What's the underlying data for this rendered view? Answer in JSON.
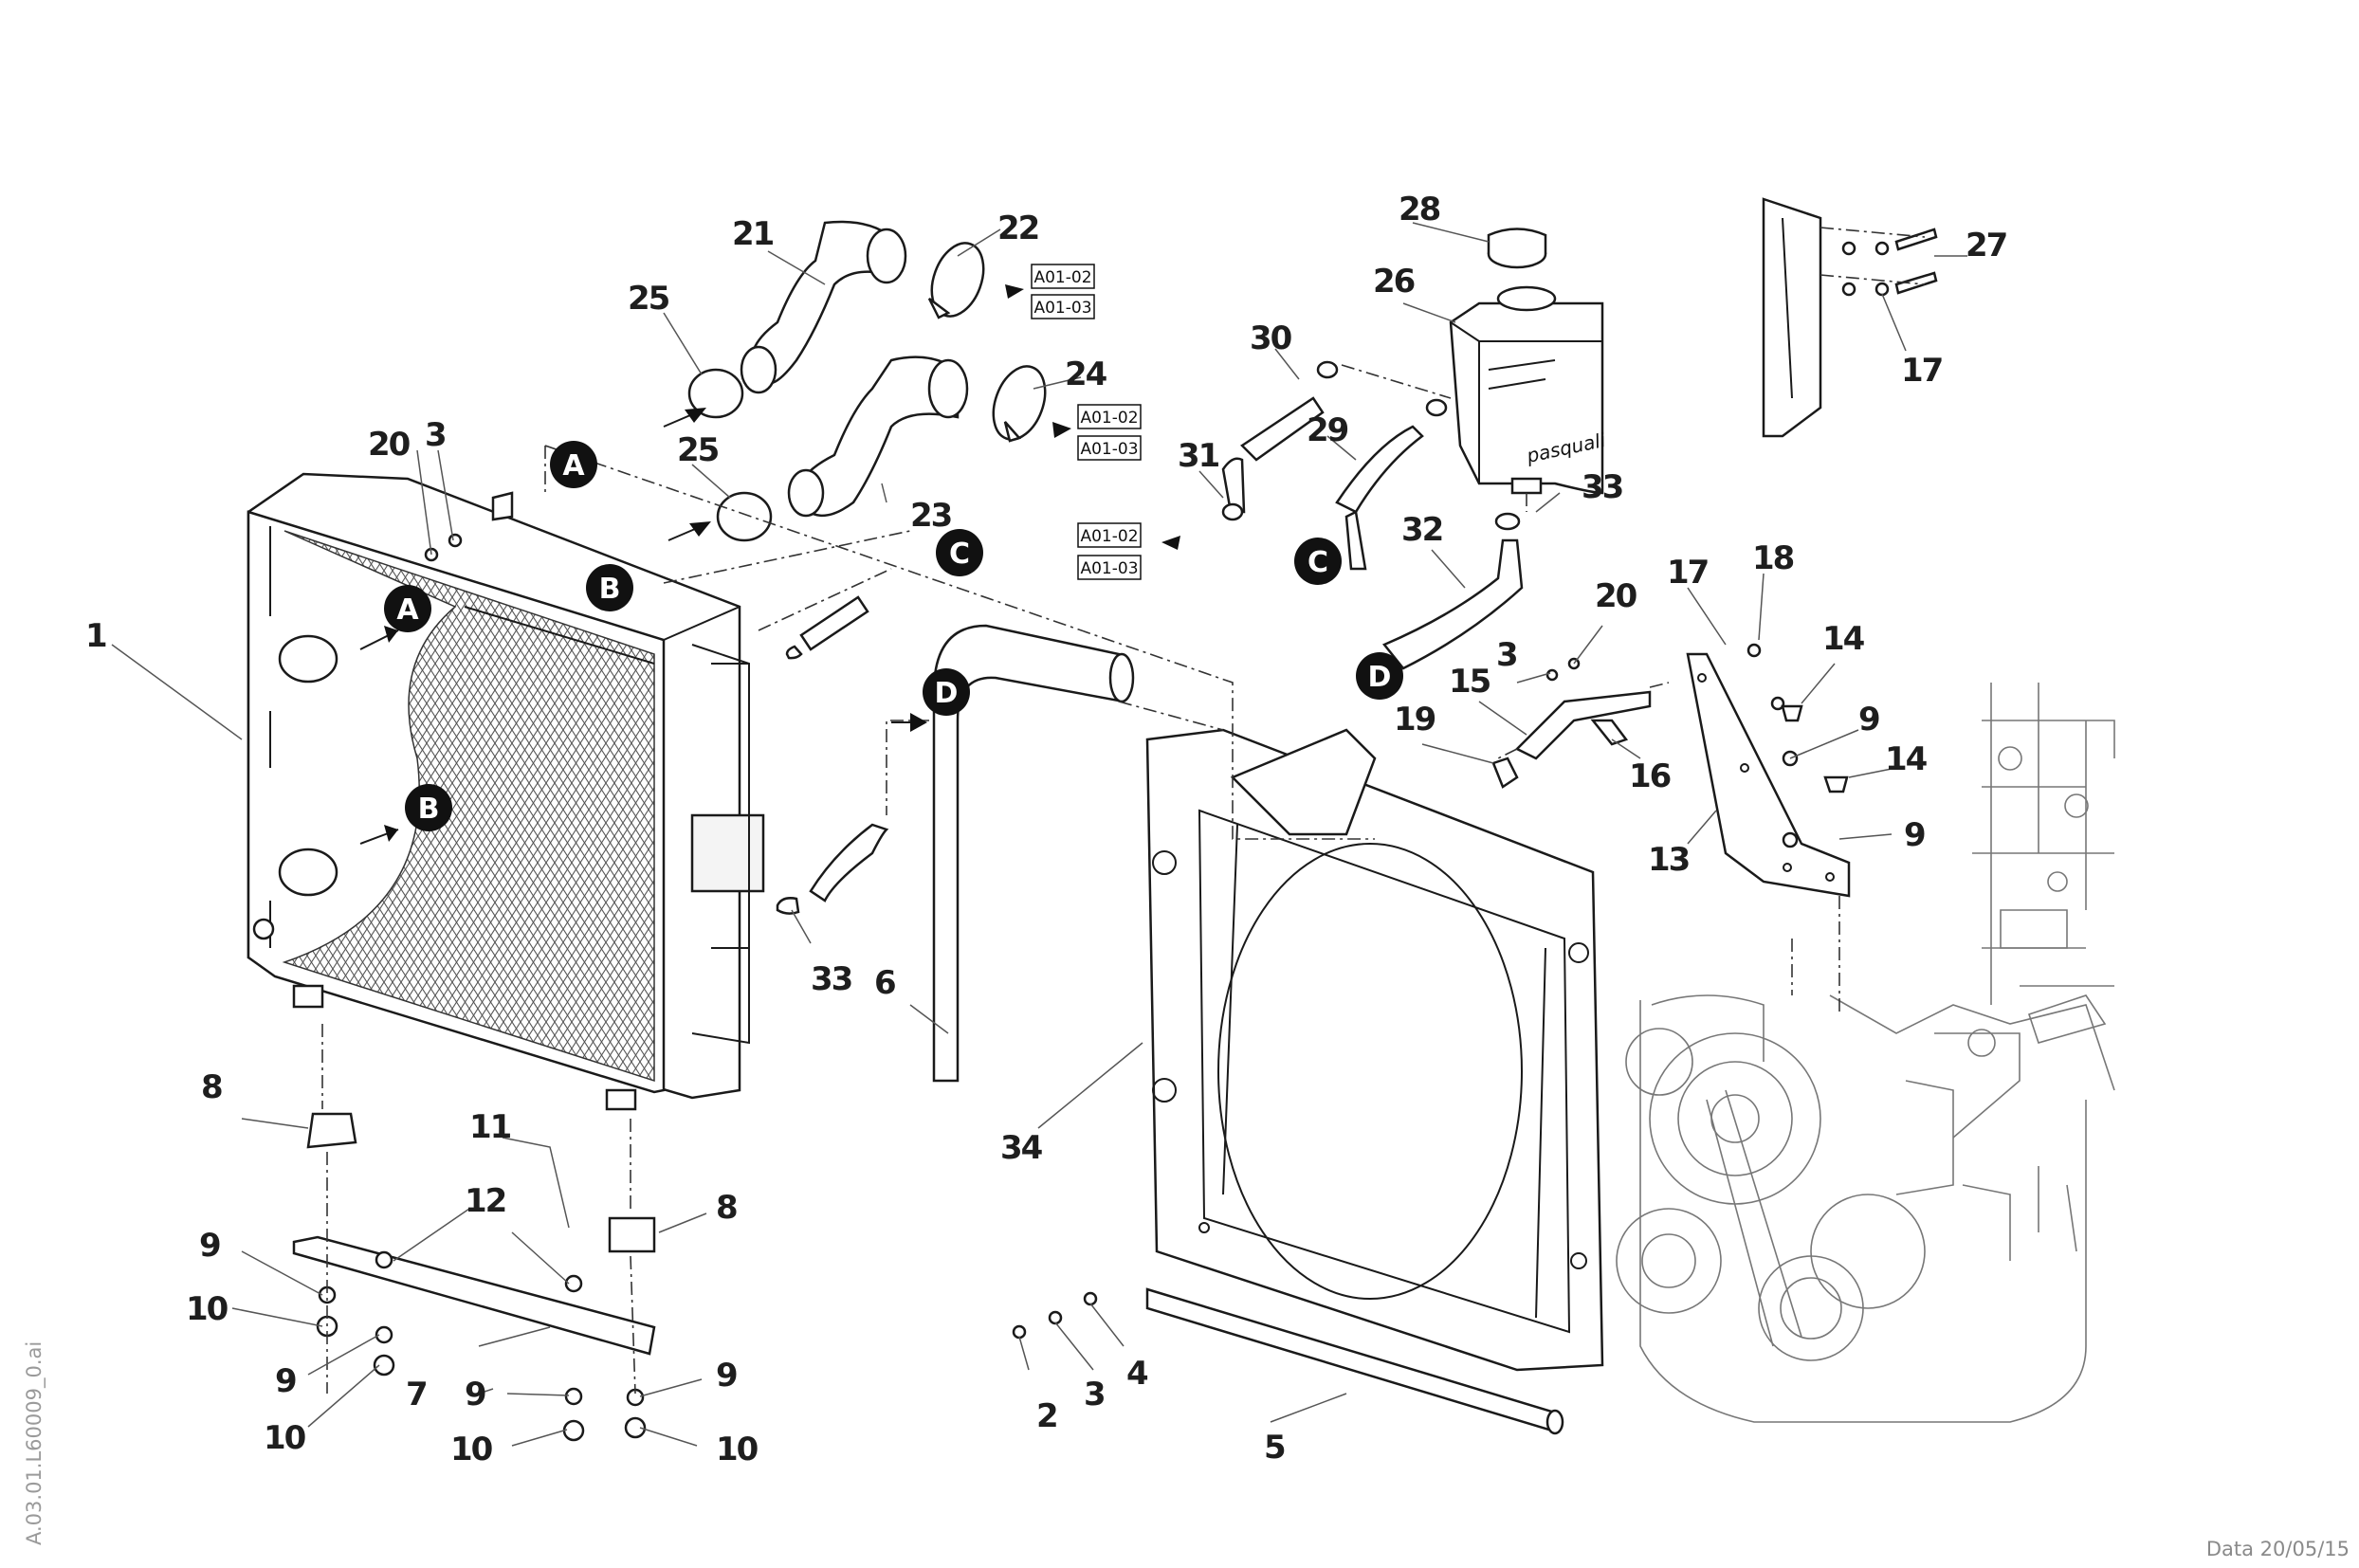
{
  "labels": {
    "l1": "1",
    "l2": "2",
    "l3a": "3",
    "l3b": "3",
    "l3c": "3",
    "l4": "4",
    "l5": "5",
    "l6": "6",
    "l7": "7",
    "l8a": "8",
    "l8b": "8",
    "l9a": "9",
    "l9b": "9",
    "l9c": "9",
    "l9d": "9",
    "l9e": "9",
    "l9f": "9",
    "l10a": "10",
    "l10b": "10",
    "l10c": "10",
    "l10d": "10",
    "l11": "11",
    "l12": "12",
    "l13": "13",
    "l14a": "14",
    "l14b": "14",
    "l15": "15",
    "l16": "16",
    "l17a": "17",
    "l17b": "17",
    "l18": "18",
    "l19": "19",
    "l20a": "20",
    "l20b": "20",
    "l21": "21",
    "l22": "22",
    "l23": "23",
    "l24": "24",
    "l25a": "25",
    "l25b": "25",
    "l26": "26",
    "l27": "27",
    "l28": "28",
    "l29": "29",
    "l30": "30",
    "l31": "31",
    "l32": "32",
    "l33a": "33",
    "l33b": "33",
    "l34": "34"
  },
  "markers": {
    "a_top": "A",
    "a_rad": "A",
    "b_top": "B",
    "b_rad": "B",
    "c_hose": "C",
    "c_tank": "C",
    "d_pipe": "D",
    "d_tank": "D"
  },
  "refs": {
    "r22a": "A01-02",
    "r22b": "A01-03",
    "r24a": "A01-02",
    "r24b": "A01-03",
    "r31a": "A01-02",
    "r31b": "A01-03"
  },
  "tank_logo": "pasquali",
  "drawing_code": "A.03.01.L60009_0.ai",
  "date_stamp": "Data 20/05/15"
}
